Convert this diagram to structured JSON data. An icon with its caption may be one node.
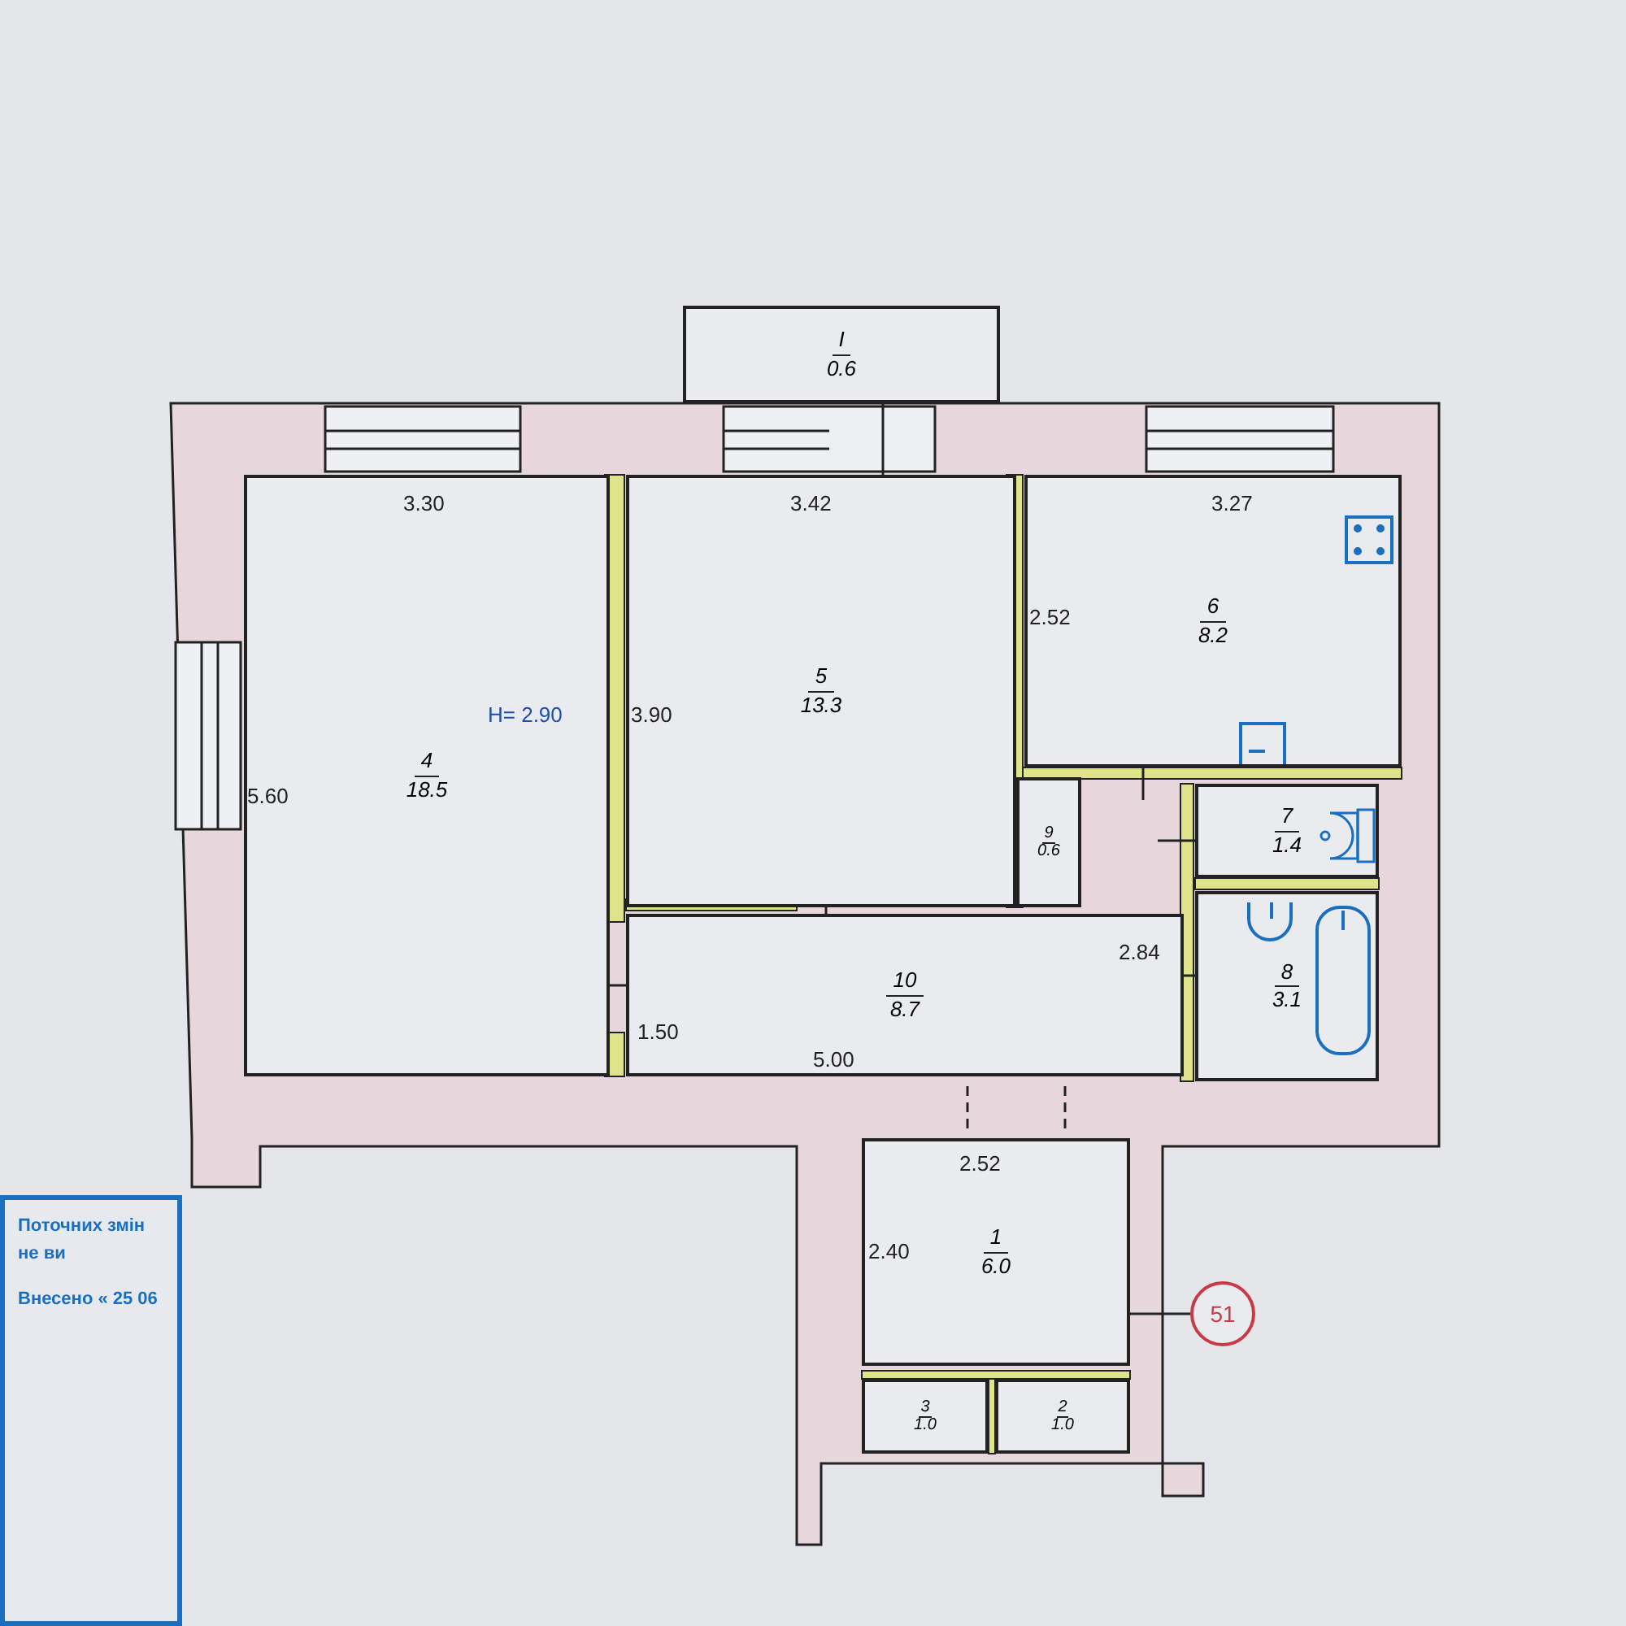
{
  "diagram": {
    "nodes": [
      {
        "text": [
          "4",
          "18.5"
        ]
      },
      {
        "text": [
          "5",
          "13.3"
        ]
      },
      {
        "text": [
          "6",
          "8.2"
        ]
      },
      {
        "text": [
          "9",
          "0.6"
        ]
      },
      {
        "text": [
          "7",
          "1.4"
        ]
      },
      {
        "text": [
          "8",
          "3.1"
        ]
      },
      {
        "text": [
          "10",
          "8.7"
        ]
      },
      {
        "text": [
          "1",
          "6.0"
        ]
      },
      {
        "text": [
          "3",
          "1.0"
        ]
      },
      {
        "text": [
          "2",
          "1.0"
        ]
      },
      {
        "text": [
          "I",
          "0.6"
        ]
      },
      {
        "text": [
          "51"
        ]
      },
      {
        "text": [
          "Поточних змін не ви",
          "Внесено « 25 06"
        ]
      }
    ],
    "edges": [
      {
        "from": 11,
        "to": 7,
        "arrow": "none"
      }
    ],
    "labels": [
      "3.30",
      "3.42",
      "3.27",
      "H= 2.90",
      "5.60",
      "3.90",
      "2.52",
      "2.84",
      "1.50",
      "5.00",
      "2.52",
      "2.40"
    ]
  }
}
